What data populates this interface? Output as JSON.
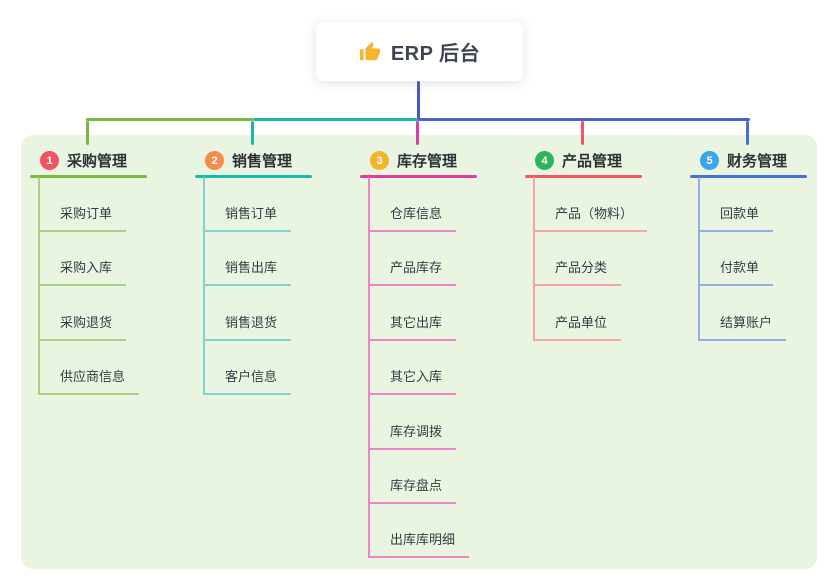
{
  "root": {
    "title": "ERP 后台",
    "icon": "thumbs-up-icon"
  },
  "colors": {
    "panel_bg": "#e9f5e1",
    "root_line": "#4a58c6",
    "bus_right": "#4465cb",
    "root_text": "#3e4455",
    "item_text": "#363b42",
    "thumb_icon": "#f2b52b"
  },
  "branches": [
    {
      "index": "1",
      "label": "采购管理",
      "badge_color": "#ee5366",
      "line_color": "#7cb83f",
      "child_line_color": "#a8d184",
      "children": [
        "采购订单",
        "采购入库",
        "采购退货",
        "供应商信息"
      ]
    },
    {
      "index": "2",
      "label": "销售管理",
      "badge_color": "#f68c4a",
      "line_color": "#1cb9ab",
      "child_line_color": "#7ed5ca",
      "children": [
        "销售订单",
        "销售出库",
        "销售退货",
        "客户信息"
      ]
    },
    {
      "index": "3",
      "label": "库存管理",
      "badge_color": "#f5b42e",
      "line_color": "#dd3d9c",
      "child_line_color": "#ee85c4",
      "children": [
        "仓库信息",
        "产品库存",
        "其它出库",
        "其它入库",
        "库存调拨",
        "库存盘点",
        "出库库明细"
      ]
    },
    {
      "index": "4",
      "label": "产品管理",
      "badge_color": "#2eb45c",
      "line_color": "#f25462",
      "child_line_color": "#f8a2a9",
      "children": [
        "产品（物料）",
        "产品分类",
        "产品单位"
      ]
    },
    {
      "index": "5",
      "label": "财务管理",
      "badge_color": "#3aa6e8",
      "line_color": "#4a6fd4",
      "child_line_color": "#93aee2",
      "children": [
        "回款单",
        "付款单",
        "结算账户"
      ]
    }
  ]
}
